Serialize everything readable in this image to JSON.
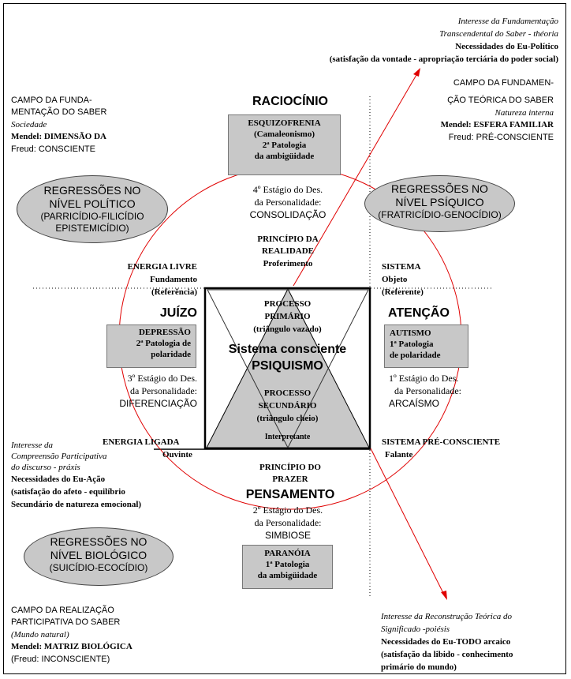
{
  "top_right_note": {
    "l1": "Interesse da Fundamentação",
    "l2": "Transcendental do Saber - théoria",
    "l3": "Necessidades do Eu-Político",
    "l4": "(satisfação da vontade - apropriação terciária do poder social)"
  },
  "top_left_field": {
    "l1": "CAMPO DA FUNDA-",
    "l2": "MENTAÇÃO DO SABER",
    "l3": "Sociedade",
    "l4": "Mendel: DIMENSÃO DA",
    "l5": "Freud: CONSCIENTE"
  },
  "top_right_field": {
    "l1": "CAMPO DA FUNDAMEN-",
    "l2": "ÇÃO TEÓRICA DO SABER",
    "l3": "Natureza interna",
    "l4": "Mendel: ESFERA FAMILIAR",
    "l5": "Freud: PRÉ-CONSCIENTE"
  },
  "raciocinio": {
    "heading": "RACIOCÍNIO",
    "box": {
      "l1": "ESQUIZOFRENIA",
      "l2": "(Camaleonismo)",
      "l3": "2ª Patologia",
      "l4": "da ambigüidade"
    },
    "stage": {
      "l1": "4º Estágio do Des.",
      "l2": "da Personalidade:",
      "l3": "CONSOLIDAÇÃO"
    },
    "principle": {
      "l1": "PRINCÍPIO DA",
      "l2": "REALIDADE",
      "l3": "Proferimento"
    }
  },
  "ellipse_political": {
    "l1": "REGRESSÕES NO",
    "l2": "NÍVEL POLÍTICO",
    "l3": "(PARRICÍDIO-FILICÍDIO",
    "l4": "EPISTEMICÍDIO)"
  },
  "ellipse_psychic": {
    "l1": "REGRESSÕES NO",
    "l2": "NÍVEL PSÍQUICO",
    "l3": "(FRATRICÍDIO-GENOCÍDIO)"
  },
  "ellipse_biological": {
    "l1": "REGRESSÕES NO",
    "l2": "NÍVEL BIOLÓGICO",
    "l3": "(SUICÍDIO-ECOCÍDIO)"
  },
  "energia_livre": {
    "l1": "ENERGIA LIVRE",
    "l2": "Fundamento",
    "l3": "(Referência)"
  },
  "sistema": {
    "l1": "SISTEMA",
    "l2": "Objeto",
    "l3": "(Referente)"
  },
  "juizo": {
    "heading": "JUÍZO",
    "box": {
      "l1": "DEPRESSÃO",
      "l2": "2ª Patologia de",
      "l3": "polaridade"
    },
    "stage": {
      "l1": "3º Estágio do Des.",
      "l2": "da Personalidade:",
      "l3": "DIFERENCIAÇÃO"
    }
  },
  "atencao": {
    "heading": "ATENÇÃO",
    "box": {
      "l1": "AUTISMO",
      "l2": "1ª Patologia",
      "l3": "de polaridade"
    },
    "stage": {
      "l1": "1º Estágio do Des.",
      "l2": "da Personalidade:",
      "l3": "ARCAÍSMO"
    }
  },
  "center": {
    "primary": {
      "l1": "PROCESSO",
      "l2": "PRIMÁRIO",
      "l3": "(triângulo vazado)"
    },
    "title1": "Sistema consciente",
    "title2": "PSIQUISMO",
    "secondary": {
      "l1": "PROCESSO",
      "l2": "SECUNDÁRIO",
      "l3": "(triângulo cheio)"
    },
    "interpretante": "Interpretante"
  },
  "energia_ligada": "ENERGIA LIGADA",
  "ouvinte": "Ouvinte",
  "sistema_pre": "SISTEMA PRÉ-CONSCIENTE",
  "falante": "Falante",
  "left_note": {
    "l1": "Interesse da",
    "l2": "Compreensão Participativa",
    "l3": "do discurso - práxis",
    "l4": "Necessidades do Eu-Ação",
    "l5": "(satisfação do afeto - equilíbrio",
    "l6": "Secundário de natureza emocional)"
  },
  "pensamento": {
    "principle": {
      "l1": "PRINCÍPIO DO",
      "l2": "PRAZER"
    },
    "heading": "PENSAMENTO",
    "stage": {
      "l1": "2º Estágio do Des.",
      "l2": "da Personalidade:",
      "l3": "SIMBIOSE"
    },
    "box": {
      "l1": "PARANÓIA",
      "l2": "1ª Patologia",
      "l3": "da ambigüidade"
    }
  },
  "bottom_left_field": {
    "l1": "CAMPO DA REALIZAÇÃO",
    "l2": "PARTICIPATIVA DO SABER",
    "l3": "(Mundo natural)",
    "l4": "Mendel: MATRIZ BIOLÓGICA",
    "l5": "(Freud: INCONSCIENTE)"
  },
  "bottom_right_note": {
    "l1": "Interesse da Reconstrução Teórica do",
    "l2": "Significado -poiésis",
    "l3": "Necessidades do Eu-TODO arcaico",
    "l4": "(satisfação da libido - conhecimento",
    "l5": "primário do mundo)"
  },
  "colors": {
    "accent_red": "#e00000",
    "fill_gray": "#c8c8c8"
  }
}
